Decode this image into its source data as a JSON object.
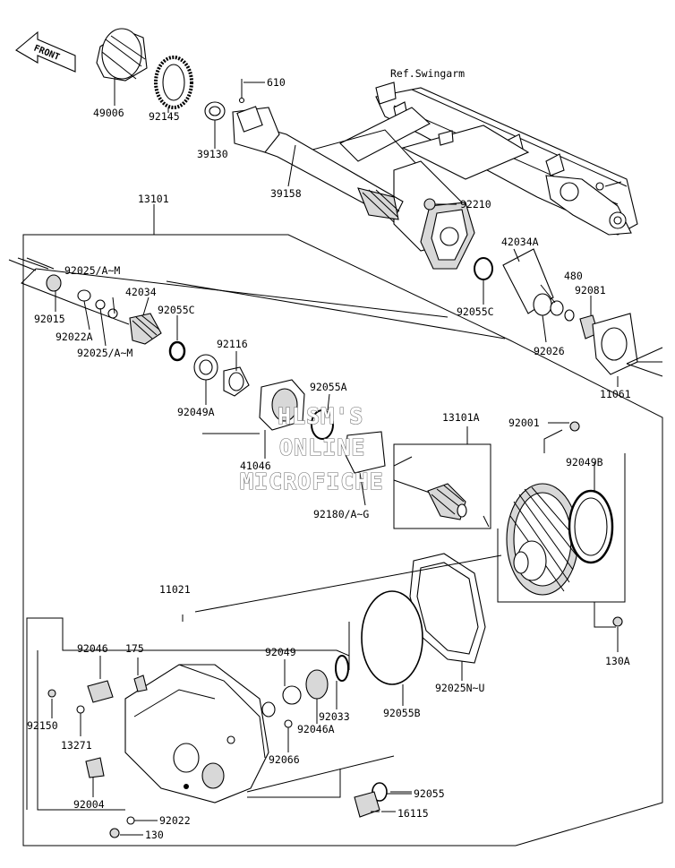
{
  "front_arrow": {
    "text": "FRONT",
    "icon": "front-arrow-icon"
  },
  "ref_label": "Ref.Swingarm",
  "watermark": {
    "line1": "HLSM'S",
    "line2": "ONLINE",
    "line3": "MICROFICHE"
  },
  "parts": {
    "p49006": "49006",
    "p92145": "92145",
    "p39130": "39130",
    "p610": "610",
    "p39158": "39158",
    "p92210": "92210",
    "p13101": "13101",
    "p92025_a_m_top": "92025/A~M",
    "p42034": "42034",
    "p92055c_left": "92055C",
    "p92015": "92015",
    "p92022a": "92022A",
    "p92025_a_m_bottom": "92025/A~M",
    "p92116": "92116",
    "p92049a": "92049A",
    "p42034a": "42034A",
    "p480": "480",
    "p92081": "92081",
    "p92055c_right": "92055C",
    "p92026": "92026",
    "p11061": "11061",
    "p92055a": "92055A",
    "p41046": "41046",
    "p13101a": "13101A",
    "p92001": "92001",
    "p92180": "92180/A~G",
    "p92049b": "92049B",
    "p11021": "11021",
    "p130a": "130A",
    "p92046_top": "92046",
    "p175": "175",
    "p92049": "92049",
    "p92150": "92150",
    "p13271": "13271",
    "p92033": "92033",
    "p92046a": "92046A",
    "p92055b": "92055B",
    "p92025n_u": "92025N~U",
    "p92066": "92066",
    "p92004": "92004",
    "p92055": "92055",
    "p16115": "16115",
    "p92022": "92022",
    "p130": "130"
  }
}
